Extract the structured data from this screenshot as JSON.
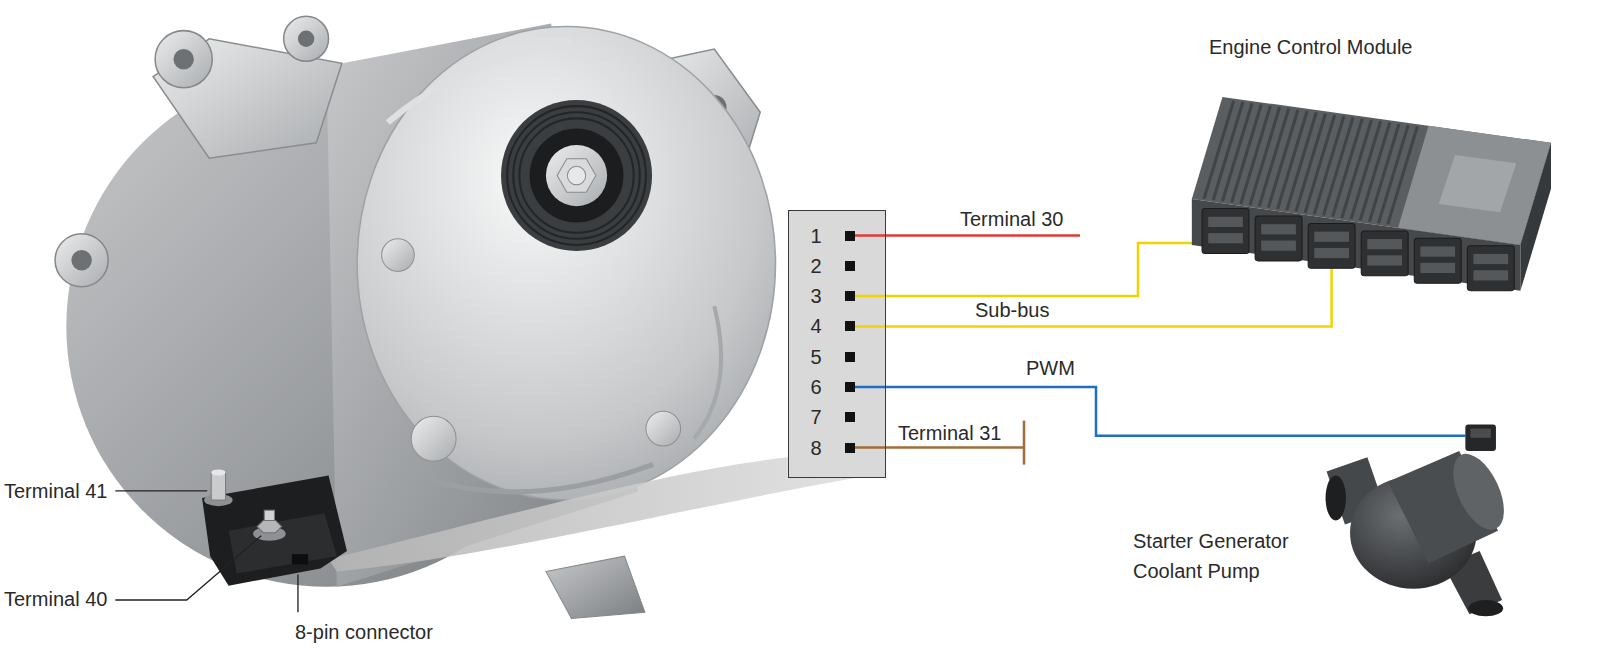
{
  "diagram": {
    "nodes": [
      {
        "text": [
          "1",
          "2",
          "3",
          "4",
          "5",
          "6",
          "7",
          "8"
        ]
      },
      {
        "text": [
          "Engine Control Module"
        ]
      },
      {
        "text": [
          "Starter Generator Coolant Pump"
        ]
      }
    ],
    "edges": [
      {
        "from": 0,
        "to": 1,
        "arrow": "none",
        "label": "Sub-bus"
      },
      {
        "from": 0,
        "to": 1,
        "arrow": "none"
      },
      {
        "from": 0,
        "to": 2,
        "arrow": "none",
        "label": "PWM"
      }
    ],
    "labels": [
      "Terminal 30",
      "Terminal 31",
      "Terminal 41",
      "Terminal 40",
      "8-pin connector"
    ]
  }
}
